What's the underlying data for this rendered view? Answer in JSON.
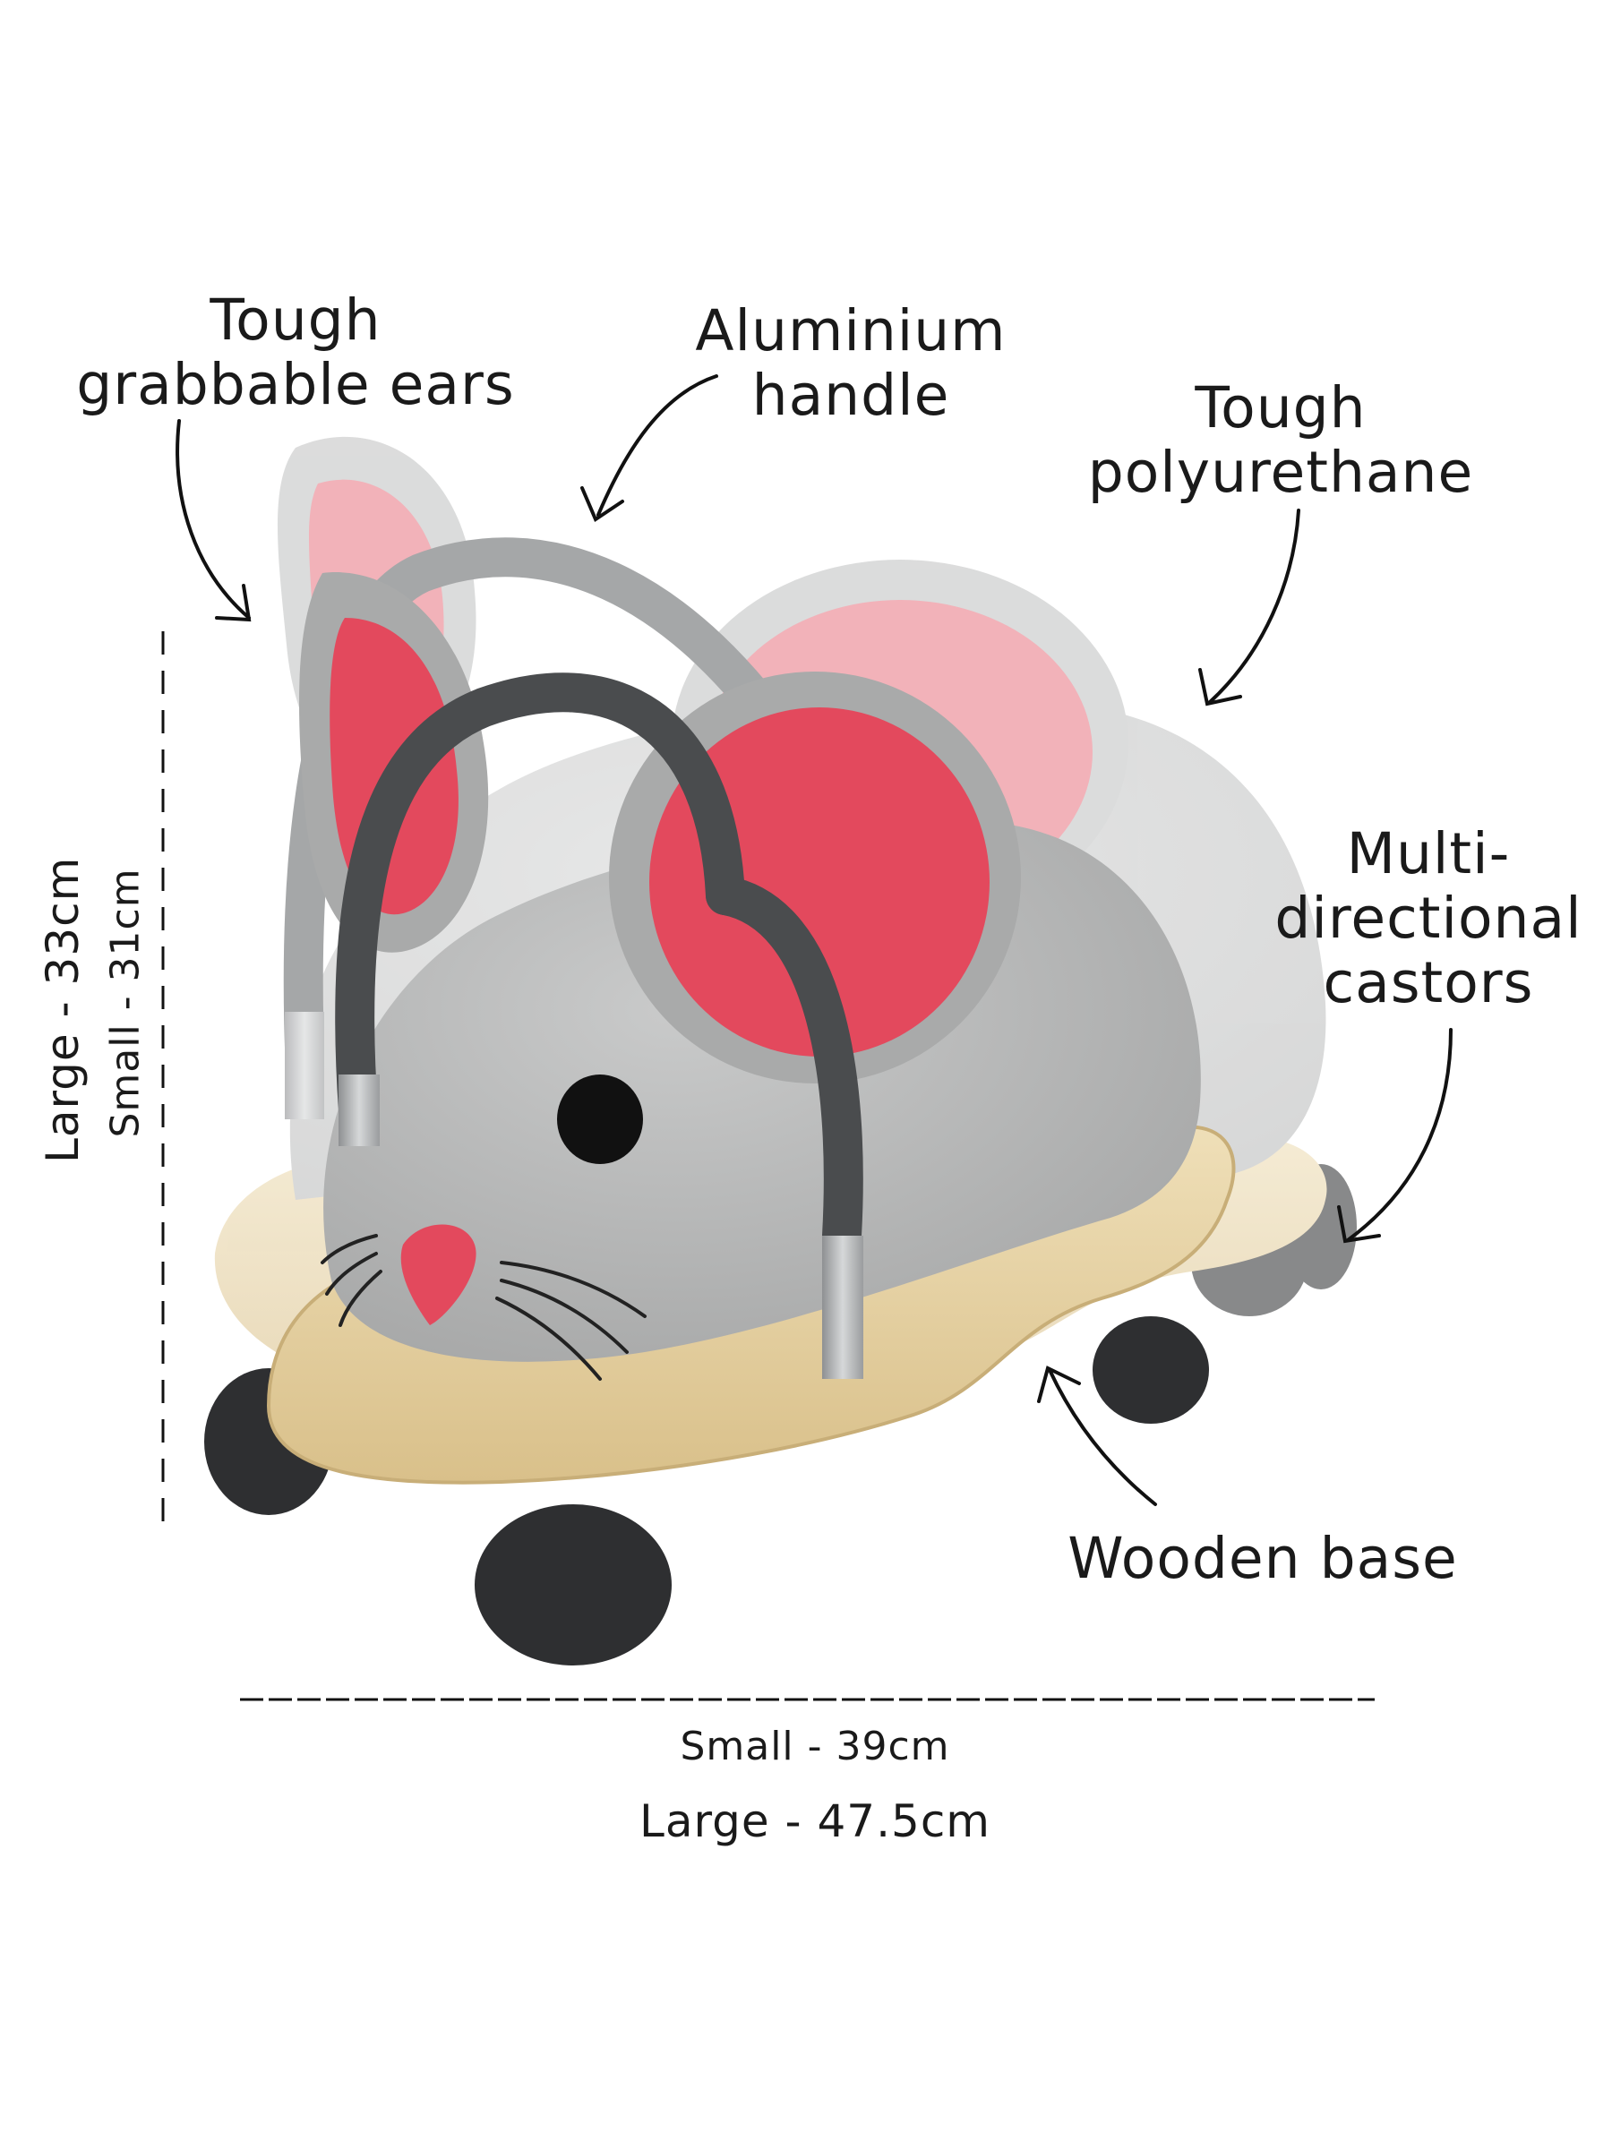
{
  "callouts": {
    "ears": [
      "Tough",
      "grabbable ears"
    ],
    "handle": [
      "Aluminium",
      "handle"
    ],
    "body": [
      "Tough",
      "polyurethane"
    ],
    "castors": [
      "Multi-",
      "directional",
      "castors"
    ],
    "base": [
      "Wooden base"
    ]
  },
  "dimensions": {
    "height_large": "Large - 33cm",
    "height_small": "Small - 31cm",
    "width_small": "Small - 39cm",
    "width_large": "Large - 47.5cm"
  },
  "colors": {
    "body_grey": "#b4b5b5",
    "ear_pink": "#e3495d",
    "handle_dark": "#4a4c4e",
    "wood": "#e9d5a8",
    "wheel": "#2e2f31"
  }
}
